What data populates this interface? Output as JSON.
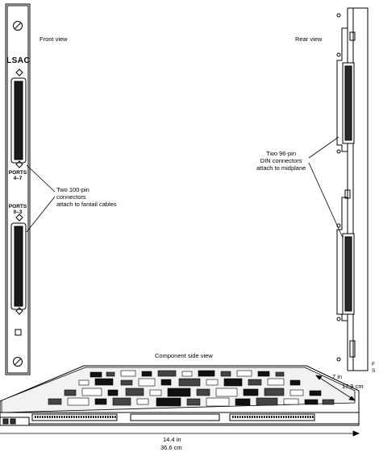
{
  "views": {
    "front": "Front view",
    "rear": "Rear view",
    "component_side": "Component side view"
  },
  "front_panel": {
    "card_name": "LSAC",
    "ports_upper": [
      "PORTS",
      "4–7"
    ],
    "ports_lower": [
      "PORTS",
      "0–3"
    ]
  },
  "callouts": {
    "connectors_100pin": [
      "Two 100-pin",
      "connectors",
      "attach to fantail cables"
    ],
    "connectors_96pin": [
      "Two 96-pin",
      "DIN connectors",
      "attach to midplane"
    ]
  },
  "dimensions": {
    "depth_in": "7 in",
    "depth_cm": "17.9 cm",
    "length_in": "14.4 in",
    "length_cm": "36.6 cm"
  },
  "figure_id": [
    "F",
    "S"
  ]
}
